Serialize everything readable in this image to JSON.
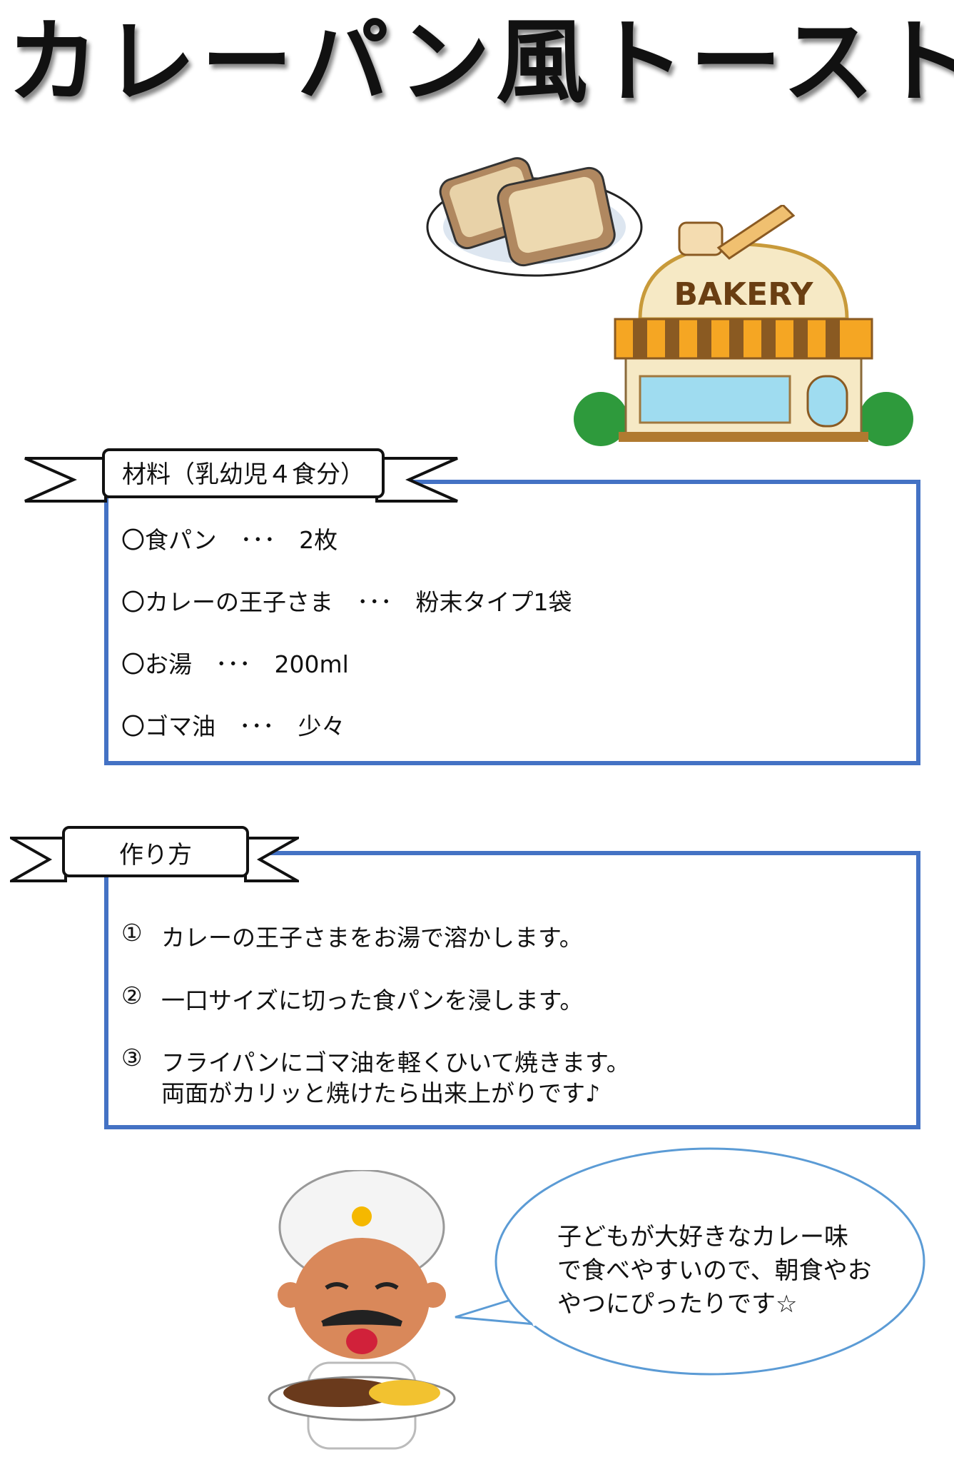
{
  "title": "カレーパン風トースト",
  "illustrations": {
    "bakery_sign": "BAKERY"
  },
  "ingredients": {
    "heading": "材料（乳幼児４食分）",
    "items": [
      "〇食パン　･･･　2枚",
      "〇カレーの王子さま　･･･　粉末タイプ1袋",
      "〇お湯　･･･　200ml",
      "〇ゴマ油　･･･　少々"
    ]
  },
  "method": {
    "heading": "作り方",
    "steps": [
      {
        "num": "①",
        "text": "カレーの王子さまをお湯で溶かします。"
      },
      {
        "num": "②",
        "text": "一口サイズに切った食パンを浸します。"
      },
      {
        "num": "③",
        "text": "フライパンにゴマ油を軽くひいて焼きます。",
        "text2": "両面がカリッと焼けたら出来上がりです♪"
      }
    ]
  },
  "speech_bubble": "子どもが大好きなカレー味\nで食べやすいので、朝食やお\nやつにぴったりです☆",
  "colors": {
    "box_border": "#4472c4",
    "bubble_border": "#5b9bd5"
  }
}
